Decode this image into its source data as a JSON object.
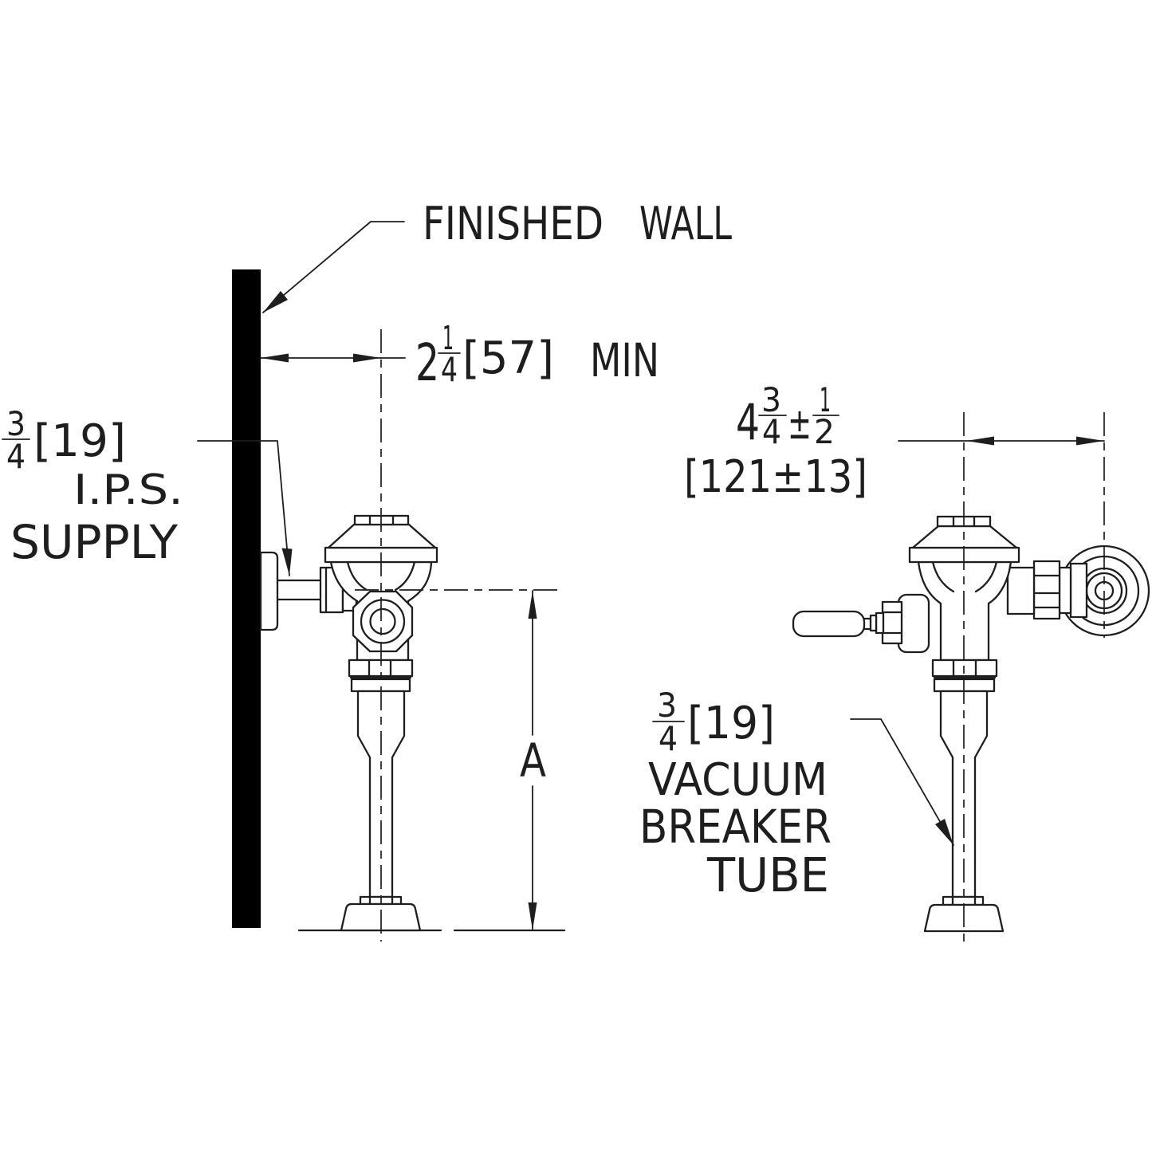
{
  "drawing_type": "plumbing rough-in elevation, exposed flush valve (side view and front view)",
  "labels": {
    "finished_wall": {
      "word1": "FINISHED",
      "word2": "WALL"
    },
    "supply": {
      "frac_num": "3",
      "frac_den": "4",
      "bracket": "[19]",
      "line2": "I.P.S.",
      "line3": "SUPPLY"
    },
    "wall_dim": {
      "whole": "2",
      "frac_num": "1",
      "frac_den": "4",
      "bracket": "[57]",
      "suffix": "MIN"
    },
    "a_dim": {
      "label": "A"
    },
    "offset_dim": {
      "whole": "4",
      "frac_num": "3",
      "frac_den": "4",
      "pm": "±",
      "tol_num": "1",
      "tol_den": "2",
      "bracket": "[121±13]"
    },
    "vacuum_breaker": {
      "frac_num": "3",
      "frac_den": "4",
      "bracket": "[19]",
      "line2": "VACUUM",
      "line3": "BREAKER",
      "line4": "TUBE"
    }
  },
  "colors": {
    "ink": "#1e1e1e",
    "wall": "#000000",
    "background": "#ffffff"
  }
}
